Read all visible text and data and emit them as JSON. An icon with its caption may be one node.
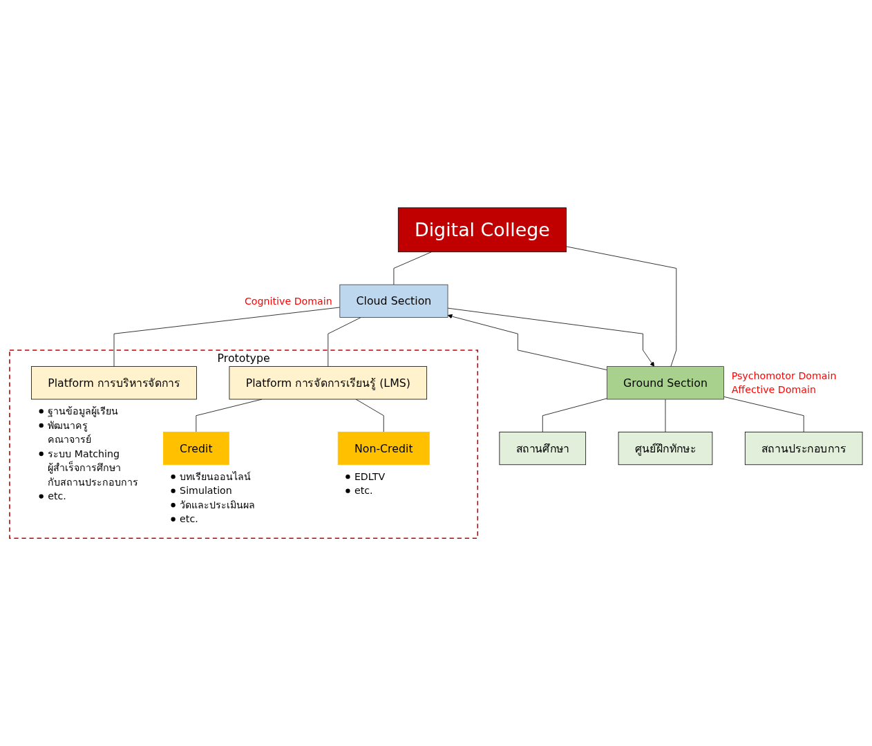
{
  "diagram": {
    "nodes": [
      {
        "text": [
          "Digital College"
        ]
      },
      {
        "text": [
          "Cloud Section"
        ],
        "beside": [
          "Cognitive Domain"
        ]
      },
      {
        "text": [
          "Ground Section"
        ],
        "beside": [
          "Psychomotor Domain",
          "Affective Domain"
        ]
      },
      {
        "text": [
          "สถานศึกษา"
        ]
      },
      {
        "text": [
          "ศูนย์ฝึกทักษะ"
        ]
      },
      {
        "text": [
          "สถานประกอบการ"
        ]
      },
      {
        "text": [
          "Prototype"
        ]
      },
      {
        "text": [
          "Platform การบริหารจัดการ"
        ],
        "in": 6,
        "beside": [
          "ฐานข้อมูลผู้เรียน",
          "พัฒนาครู คณาจารย์",
          "ระบบ Matching ผู้สำเร็จการศึกษา กับสถานประกอบการ",
          "etc."
        ]
      },
      {
        "text": [
          "Platform การจัดการเรียนรู้ (LMS)"
        ],
        "in": 6
      },
      {
        "text": [
          "Credit"
        ],
        "in": 6,
        "beside": [
          "บทเรียนออนไลน์",
          "Simulation",
          "วัดและประเมินผล",
          "etc."
        ]
      },
      {
        "text": [
          "Non-Credit"
        ],
        "in": 6,
        "beside": [
          "EDLTV",
          "etc."
        ]
      }
    ],
    "edges": [
      {
        "from": 0,
        "to": 1,
        "arrow": "none"
      },
      {
        "from": 0,
        "to": 2,
        "arrow": "none"
      },
      {
        "from": 2,
        "to": 1,
        "arrow": "to"
      },
      {
        "from": 1,
        "to": 2,
        "arrow": "to"
      },
      {
        "from": 2,
        "to": 3,
        "arrow": "none"
      },
      {
        "from": 2,
        "to": 4,
        "arrow": "none"
      },
      {
        "from": 2,
        "to": 5,
        "arrow": "none"
      },
      {
        "from": 1,
        "to": 7,
        "arrow": "none"
      },
      {
        "from": 1,
        "to": 8,
        "arrow": "none"
      },
      {
        "from": 8,
        "to": 9,
        "arrow": "none"
      },
      {
        "from": 8,
        "to": 10,
        "arrow": "none"
      }
    ]
  }
}
